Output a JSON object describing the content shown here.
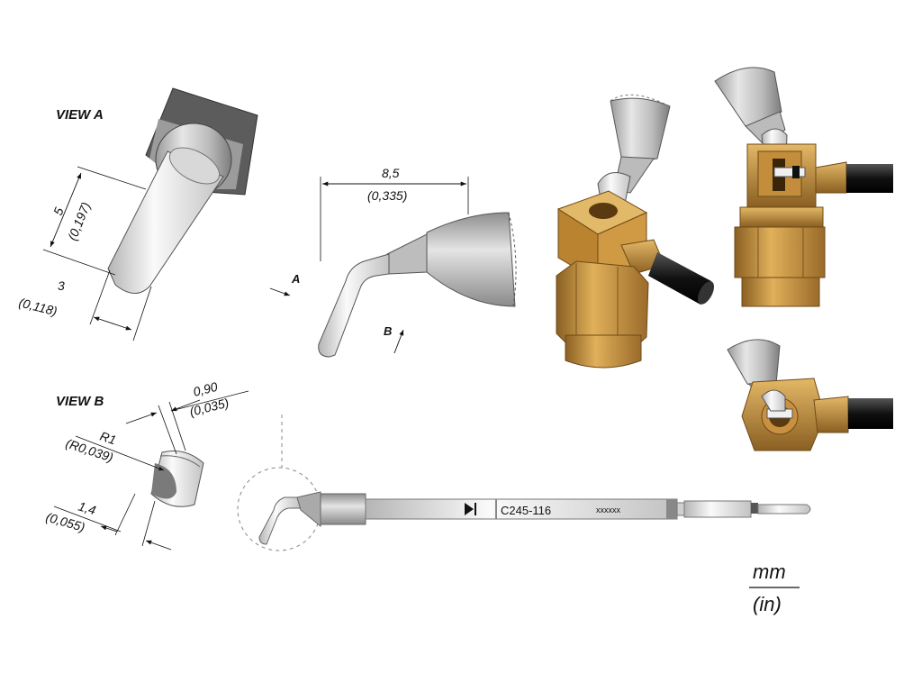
{
  "view_a": {
    "title": "VIEW A",
    "dim_length_mm": "5",
    "dim_length_in": "(0,197)",
    "dim_width_mm": "3",
    "dim_width_in": "(0,118)"
  },
  "side_view": {
    "dim_reach_mm": "8,5",
    "dim_reach_in": "(0,335)",
    "arrow_a_label": "A",
    "arrow_b_label": "B"
  },
  "view_b": {
    "title": "VIEW B",
    "dim_radius_mm": "R1",
    "dim_radius_in": "(R0,039)",
    "dim_thick_mm": "0,90",
    "dim_thick_in": "(0,035)",
    "dim_gap_mm": "1,4",
    "dim_gap_in": "(0,055)"
  },
  "cartridge": {
    "model": "C245-116",
    "serial": "xxxxxx"
  },
  "units": {
    "primary": "mm",
    "secondary": "(in)"
  },
  "colors": {
    "brass": "#c9913f",
    "brass_dark": "#8a5f22",
    "steel": "#cfcfcf",
    "steel_dark": "#6f6f6f",
    "cable": "#1a1a1a"
  }
}
